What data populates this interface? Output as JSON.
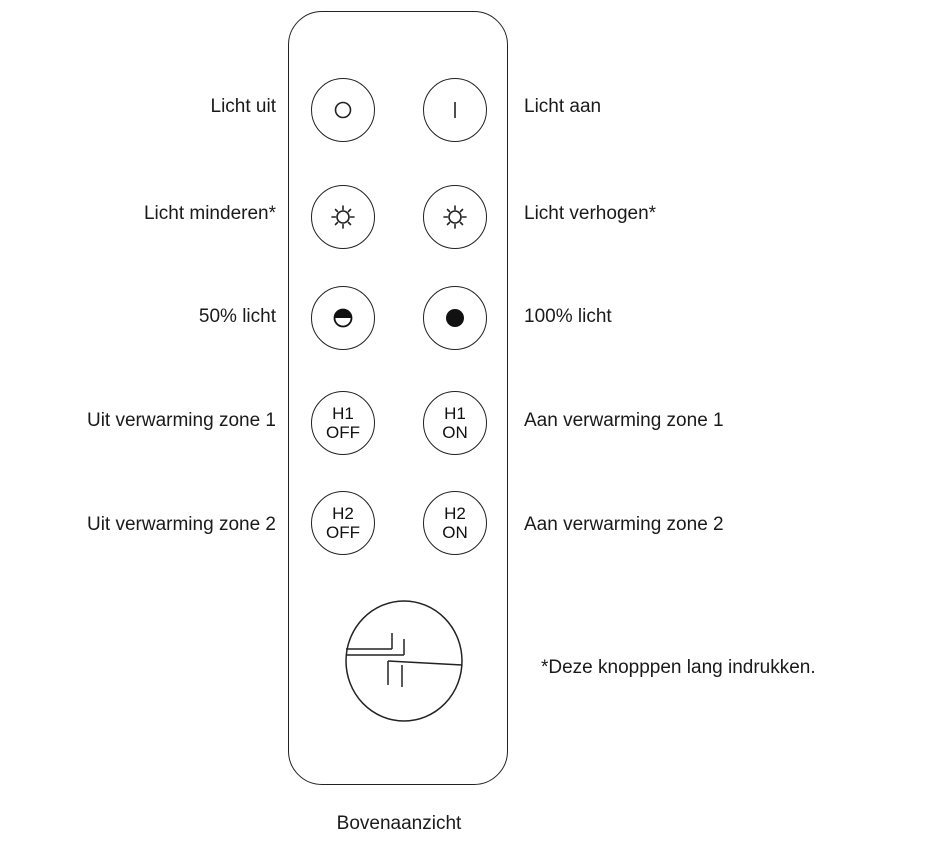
{
  "buttons": {
    "row1": {
      "left": {
        "label": "Licht uit",
        "icon": "circle-off-icon"
      },
      "right": {
        "label": "Licht aan",
        "icon": "bar-on-icon"
      }
    },
    "row2": {
      "left": {
        "label": "Licht minderen*",
        "icon": "sun-dim-icon"
      },
      "right": {
        "label": "Licht verhogen*",
        "icon": "sun-bright-icon"
      }
    },
    "row3": {
      "left": {
        "label": "50% licht",
        "icon": "half-circle-icon"
      },
      "right": {
        "label": "100% licht",
        "icon": "full-circle-icon"
      }
    },
    "row4": {
      "left": {
        "label": "Uit verwarming zone 1",
        "line1": "H1",
        "line2": "OFF"
      },
      "right": {
        "label": "Aan verwarming zone 1",
        "line1": "H1",
        "line2": "ON"
      }
    },
    "row5": {
      "left": {
        "label": "Uit verwarming zone 2",
        "line1": "H2",
        "line2": "OFF"
      },
      "right": {
        "label": "Aan verwarming zone 2",
        "line1": "H2",
        "line2": "ON"
      }
    }
  },
  "logo_icon": "brand-mark-icon",
  "note": "*Deze knopppen lang indrukken.",
  "caption": "Bovenaanzicht",
  "colors": {
    "stroke": "#222222",
    "text": "#1a1a1a",
    "background": "#ffffff"
  }
}
